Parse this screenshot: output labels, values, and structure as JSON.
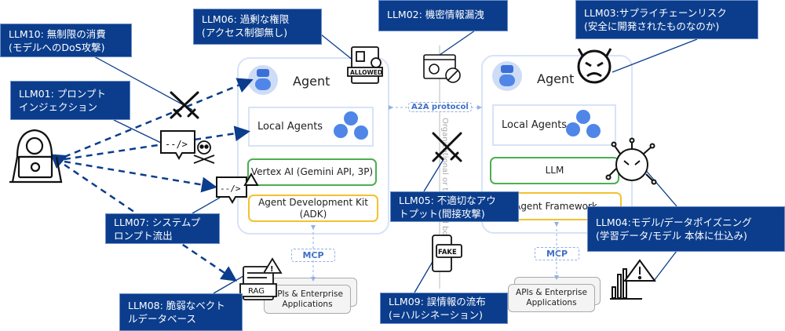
{
  "callouts": {
    "llm10": [
      "LLM10: 無制限の消費",
      "(モデルへのDoS攻撃)"
    ],
    "llm06": [
      "LLM06: 過剰な権限",
      "(アクセス制御無し)"
    ],
    "llm02": [
      "LLM02: 機密情報漏洩"
    ],
    "llm03": [
      "LLM03:サプライチェーンリスク",
      "(安全に開発されたものなのか)"
    ],
    "llm01": [
      "LLM01: プロンプト",
      "インジェクション"
    ],
    "llm07": [
      "LLM07: システムプ",
      "ロンプト流出"
    ],
    "llm08": [
      "LLM08: 脆弱なベクト",
      "ルデータベース"
    ],
    "llm05": [
      "LLM05: 不適切なアウ",
      "トプット(間接攻撃)"
    ],
    "llm09": [
      "LLM09: 誤情報の流布",
      "(=ハルシネーション)"
    ],
    "llm04": [
      "LLM04:モデル/データポイズニング",
      "(学習データ/モデル 本体に仕込み)"
    ]
  },
  "left_agent": {
    "title": "Agent",
    "local_agents": "Local Agents",
    "model": "Vertex AI (Gemini API, 3P)",
    "framework": [
      "Agent Development Kit",
      "(ADK)"
    ],
    "mcp": "MCP",
    "apis": [
      "APIs & Enterprise",
      "Applications"
    ]
  },
  "right_agent": {
    "title": "Agent",
    "local_agents": "Local Agents",
    "model": "LLM",
    "framework": "Agent Framework",
    "mcp": "MCP",
    "apis": [
      "APIs & Enterprise",
      "Applications"
    ]
  },
  "a2a_label": "A2A protocol",
  "boundary_label": "Organizational or technical boundaries",
  "icon_labels": {
    "allowed": "ALLOWED",
    "rag": "RAG",
    "fake": "FAKE"
  },
  "colors": {
    "callout_bg": "#0b3d8c",
    "arrow": "#0b3d8c",
    "model_border": "#4caf50",
    "framework_border": "#f2c230",
    "panel_border": "#d7e3f7",
    "protocol": "#3f6fc4"
  }
}
